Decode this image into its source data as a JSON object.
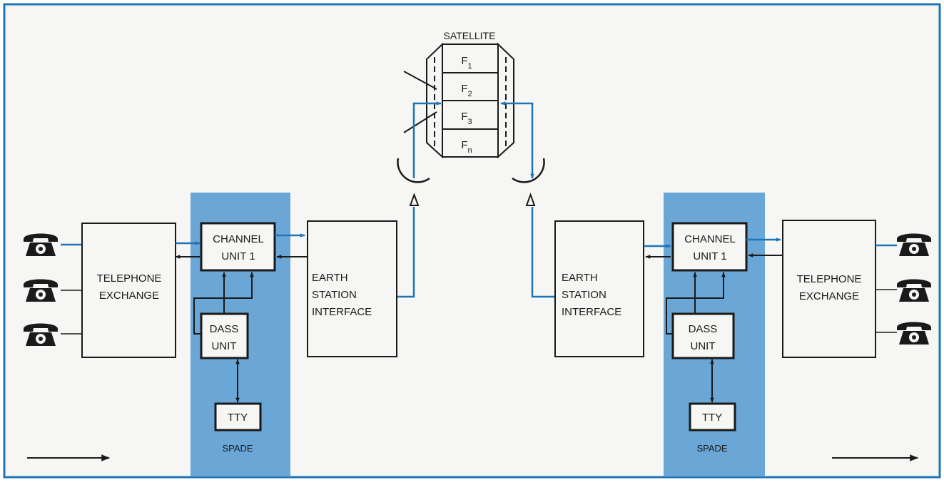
{
  "colors": {
    "border": "#1f74b8",
    "panel": "#6aa6d6",
    "signal": "#1f74b8",
    "ink": "#1a1a1a",
    "paper": "#f6f7f4"
  },
  "satellite": {
    "label": "SATELLITE",
    "channels": [
      {
        "letter": "F",
        "sub": "1"
      },
      {
        "letter": "F",
        "sub": "2"
      },
      {
        "letter": "F",
        "sub": "3"
      },
      {
        "letter": "F",
        "sub": "n"
      }
    ]
  },
  "left": {
    "exchange": {
      "line1": "TELEPHONE",
      "line2": "EXCHANGE"
    },
    "channel_unit": {
      "line1": "CHANNEL",
      "line2": "UNIT 1"
    },
    "dass": {
      "line1": "DASS",
      "line2": "UNIT"
    },
    "tty": "TTY",
    "spade": "SPADE",
    "earth_station": {
      "line1": "EARTH",
      "line2": "STATION",
      "line3": "INTERFACE"
    },
    "phone_icons": [
      "telephone-icon",
      "telephone-icon",
      "telephone-icon"
    ]
  },
  "right": {
    "exchange": {
      "line1": "TELEPHONE",
      "line2": "EXCHANGE"
    },
    "channel_unit": {
      "line1": "CHANNEL",
      "line2": "UNIT 1"
    },
    "dass": {
      "line1": "DASS",
      "line2": "UNIT"
    },
    "tty": "TTY",
    "spade": "SPADE",
    "earth_station": {
      "line1": "EARTH",
      "line2": "STATION",
      "line3": "INTERFACE"
    },
    "phone_icons": [
      "telephone-icon",
      "telephone-icon",
      "telephone-icon"
    ]
  }
}
